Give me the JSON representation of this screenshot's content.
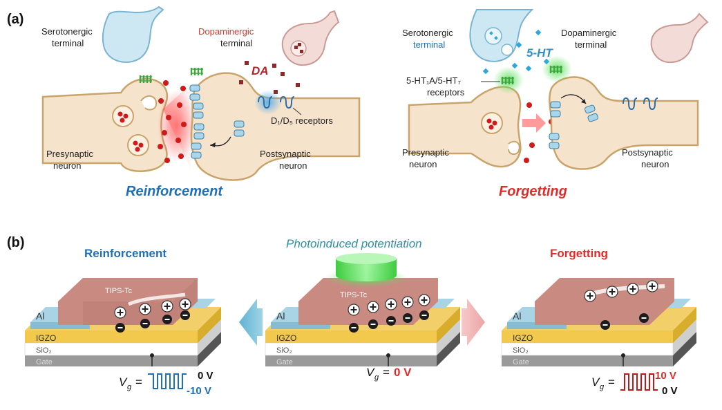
{
  "panel_a": {
    "label": "(a)",
    "left": {
      "serotonergic": [
        "Serotonergic",
        "terminal"
      ],
      "dopaminergic": [
        "Dopaminergic",
        "terminal"
      ],
      "da": "DA",
      "receptors": "D₁/D₅ receptors",
      "presynaptic": [
        "Presynaptic",
        "neuron"
      ],
      "postsynaptic": [
        "Postsynaptic",
        "neuron"
      ],
      "caption": "Reinforcement"
    },
    "right": {
      "serotonergic": [
        "Serotonergic",
        "terminal"
      ],
      "dopaminergic": [
        "Dopaminergic",
        "terminal"
      ],
      "ht": "5-HT",
      "receptors": [
        "5-HT₁A/5-HT₇",
        "receptors"
      ],
      "presynaptic": [
        "Presynaptic",
        "neuron"
      ],
      "postsynaptic": [
        "Postsynaptic",
        "neuron"
      ],
      "caption": "Forgetting"
    }
  },
  "panel_b": {
    "label": "(b)",
    "reinforcement": {
      "title": "Reinforcement",
      "vg_prefix": "V",
      "vg_sub": "g",
      "vg_eq": "=",
      "level_top": "0 V",
      "level_bottom": "-10 V"
    },
    "photo": {
      "title": "Photoinduced potentiation",
      "vg_prefix": "V",
      "vg_sub": "g",
      "vg_eq": "=",
      "value": "0 V"
    },
    "forgetting": {
      "title": "Forgetting",
      "vg_prefix": "V",
      "vg_sub": "g",
      "vg_eq": "=",
      "level_top": "10 V",
      "level_bottom": "0 V"
    },
    "layers": {
      "active": "TIPS-Tc",
      "electrode": "Al",
      "channel": "IGZO",
      "dielectric": "SiO₂",
      "gate": "Gate"
    }
  },
  "colors": {
    "reinforcement": "#1e6fb5",
    "forgetting": "#e02b2b",
    "photo": "#2e8fa0",
    "neuron": "#f6e3cc",
    "neuron_stroke": "#c9a46a",
    "da_dot": "#8b2a2a",
    "vesicle_dot": "#d01919",
    "ht_dot": "#2aa6e0"
  }
}
